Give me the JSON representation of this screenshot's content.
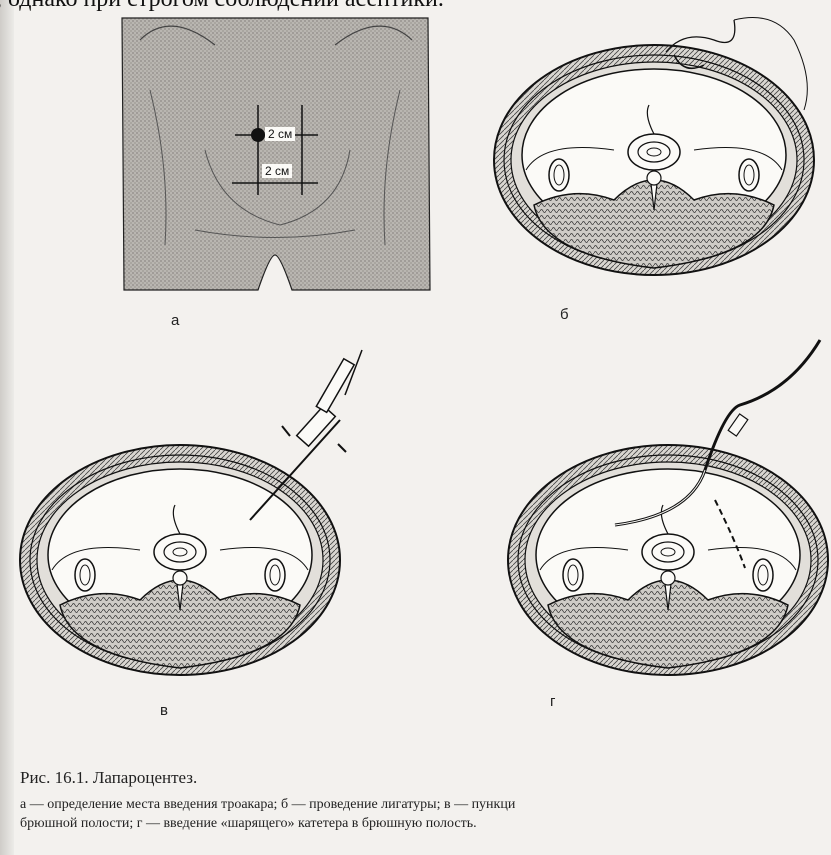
{
  "header_fragment": ", однако при строгом соблюдении асептики.",
  "panels": {
    "a": {
      "label": "а",
      "marks": [
        "2 см",
        "2 см"
      ]
    },
    "b": {
      "label": "б"
    },
    "v": {
      "label": "в"
    },
    "g": {
      "label": "г"
    }
  },
  "caption": {
    "title": "Рис. 16.1. Лапароцентез.",
    "line1": "а — определение места введения троакара; б — проведение лигатуры; в — пункци",
    "line2": "брюшной полости; г — введение «шарящего» катетера в брюшную полость."
  }
}
